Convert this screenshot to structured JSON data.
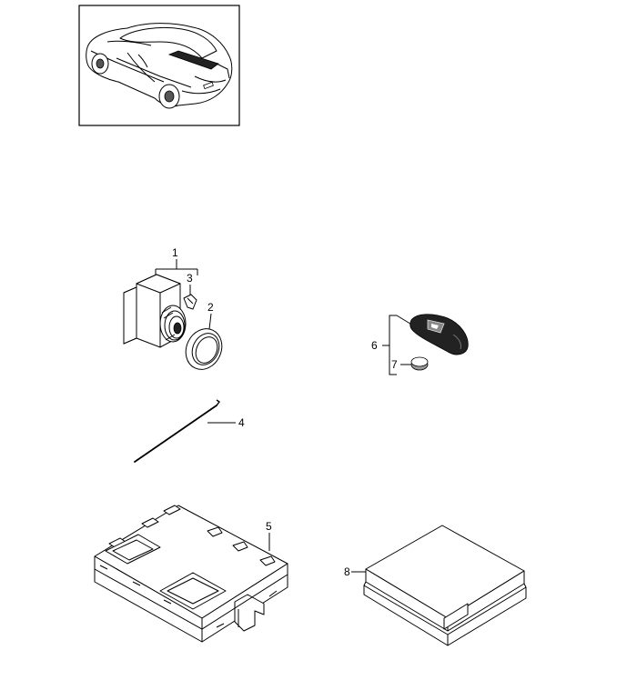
{
  "callouts": {
    "c1": "1",
    "c2": "2",
    "c3": "3",
    "c4": "4",
    "c5": "5",
    "c6": "6",
    "c7": "7",
    "c8": "8"
  },
  "icons": {
    "vehicle": "car-thumbnail-icon",
    "antitheft_unit": "control-unit-icon",
    "seal": "sealing-ring-icon",
    "clip": "clip-icon",
    "rod": "rod-icon",
    "module": "control-module-icon",
    "remote_key": "remote-key-icon",
    "battery": "battery-cell-icon",
    "box": "packaging-box-icon"
  },
  "colors": {
    "line": "#000000",
    "background": "#ffffff"
  }
}
